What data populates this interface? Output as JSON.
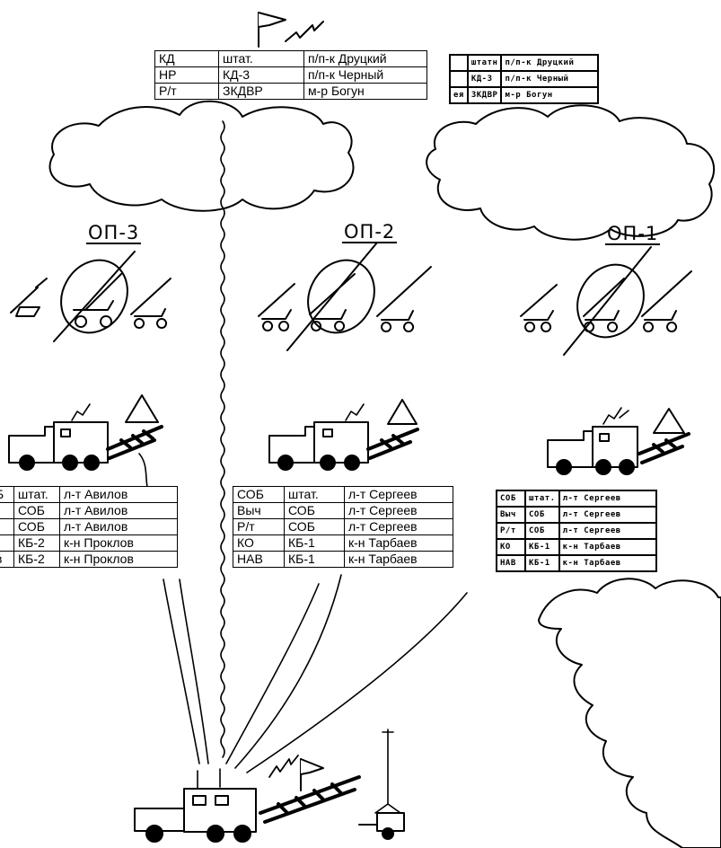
{
  "op_labels": {
    "op3": "ОП-3",
    "op2": "ОП-2",
    "op1": "ОП-1"
  },
  "command_table": [
    [
      "КД",
      "штат.",
      "п/п-к Друцкий"
    ],
    [
      "НР",
      "КД-3",
      "п/п-к Черный"
    ],
    [
      "Р/т",
      "ЗКДВР",
      "м-р Богун"
    ]
  ],
  "command_table_hand": [
    [
      "",
      "штатн",
      "п/п-к Друцкий"
    ],
    [
      "",
      "КД-3",
      "п/п-к Черный"
    ],
    [
      "ея",
      "ЗКДВР",
      "м-р Богун"
    ]
  ],
  "op3_table": [
    [
      "Б",
      "штат.",
      "л-т Авилов"
    ],
    [
      "",
      "СОБ",
      "л-т Авилов"
    ],
    [
      "",
      "СОБ",
      "л-т Авилов"
    ],
    [
      "",
      "КБ-2",
      "к-н Проклов"
    ],
    [
      "в",
      "КБ-2",
      "к-н Проклов"
    ]
  ],
  "op2_table": [
    [
      "СОБ",
      "штат.",
      "л-т Сергеев"
    ],
    [
      "Выч",
      "СОБ",
      "л-т Сергеев"
    ],
    [
      "Р/т",
      "СОБ",
      "л-т Сергеев"
    ],
    [
      "КО",
      "КБ-1",
      "к-н Тарбаев"
    ],
    [
      "НАВ",
      "КБ-1",
      "к-н Тарбаев"
    ]
  ],
  "op1_table": [
    [
      "СОБ",
      "штат.",
      "л-т Сергеев"
    ],
    [
      "Выч",
      "СОБ",
      "л-т Сергеев"
    ],
    [
      "Р/т",
      "СОБ",
      "л-т Сергеев"
    ],
    [
      "КО",
      "КБ-1",
      "к-н Тарбаев"
    ],
    [
      "НАВ",
      "КБ-1",
      "к-н Тарбаев"
    ]
  ],
  "icons": [
    "flag-icon",
    "radio-signal-icon",
    "cloud-icon",
    "artillery-gun-icon",
    "command-truck-icon",
    "triangle-marker-icon",
    "antenna-mast-icon",
    "trailer-icon"
  ]
}
